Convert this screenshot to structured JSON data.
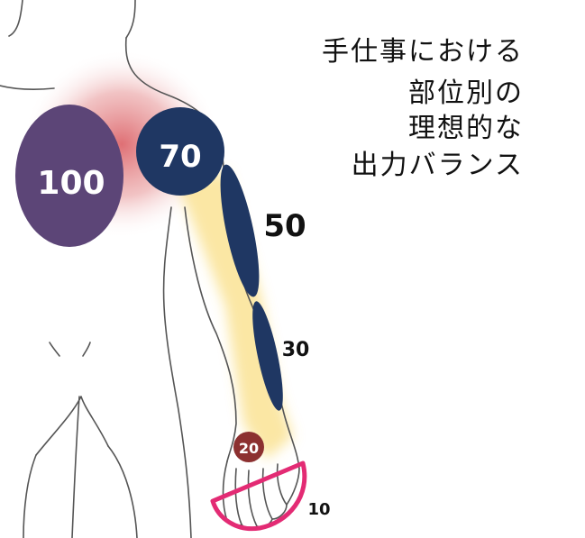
{
  "title_lines": [
    "手仕事における",
    "部位別の",
    "理想的な",
    "出力バランス"
  ],
  "colors": {
    "purple": "#5c4577",
    "navy": "#1f3763",
    "maroon": "#8c3030",
    "pink": "#e32b74",
    "glow_red": "#d9565c",
    "glow_yellow": "#f8d35a",
    "outline": "#555555"
  },
  "parts": [
    {
      "value": "100"
    },
    {
      "value": "70"
    },
    {
      "value": "50"
    },
    {
      "value": "30"
    },
    {
      "value": "20"
    },
    {
      "value": "10"
    }
  ]
}
